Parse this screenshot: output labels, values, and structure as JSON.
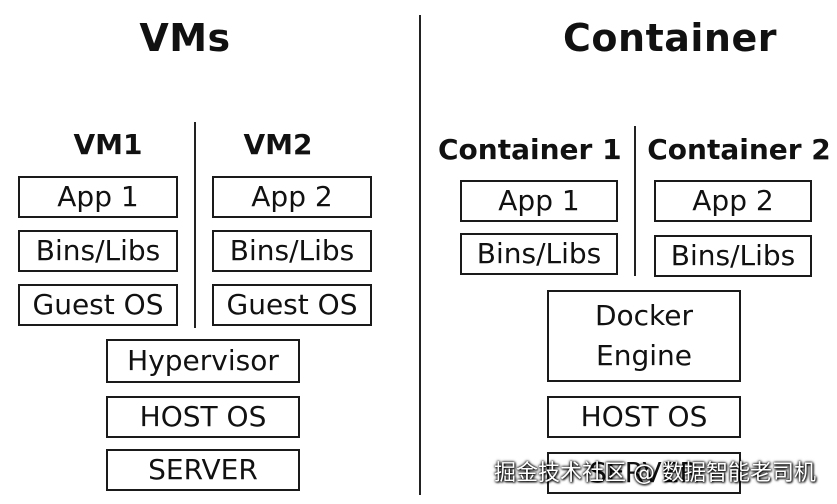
{
  "vms": {
    "title": "VMs",
    "vm1": {
      "label": "VM1",
      "app": "App 1",
      "libs": "Bins/Libs",
      "os": "Guest OS"
    },
    "vm2": {
      "label": "VM2",
      "app": "App 2",
      "libs": "Bins/Libs",
      "os": "Guest OS"
    },
    "hypervisor": "Hypervisor",
    "host_os": "HOST OS",
    "server": "SERVER"
  },
  "container": {
    "title": "Container",
    "c1": {
      "label": "Container 1",
      "app": "App 1",
      "libs": "Bins/Libs"
    },
    "c2": {
      "label": "Container 2",
      "app": "App 2",
      "libs": "Bins/Libs"
    },
    "engine_line1": "Docker",
    "engine_line2": "Engine",
    "host_os": "HOST OS",
    "server": "SERVER"
  },
  "watermark": "掘金技术社区 @ 数据智能老司机"
}
